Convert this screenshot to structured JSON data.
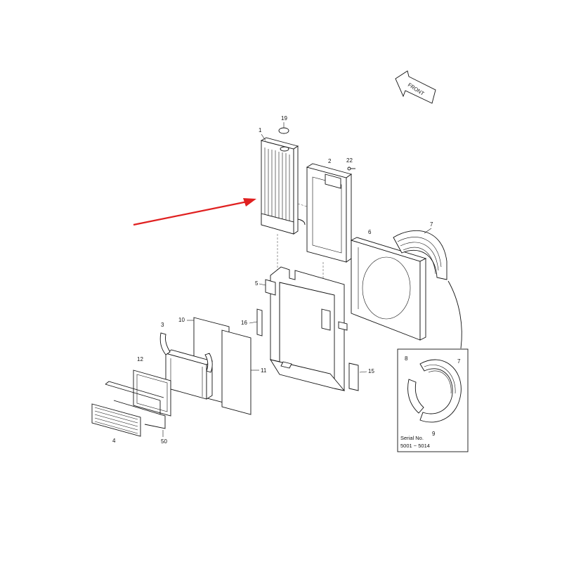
{
  "direction_arrow": {
    "label": "FRONT"
  },
  "callouts": {
    "p1": "1",
    "p2": "2",
    "p3": "3",
    "p4": "4",
    "p5": "5",
    "p6": "6",
    "p7": "7",
    "p10": "10",
    "p11": "11",
    "p12": "12",
    "p15": "15",
    "p16": "16",
    "p19": "19",
    "p22": "22",
    "p50": "50"
  },
  "detail_inset": {
    "callouts": {
      "p7": "7",
      "p8": "8",
      "p9": "9"
    },
    "serial_label": "Serial No.",
    "serial_range": "5001 ~ 5014"
  },
  "colors": {
    "line": "#111111",
    "highlight_arrow": "#e02020",
    "background": "#ffffff"
  }
}
